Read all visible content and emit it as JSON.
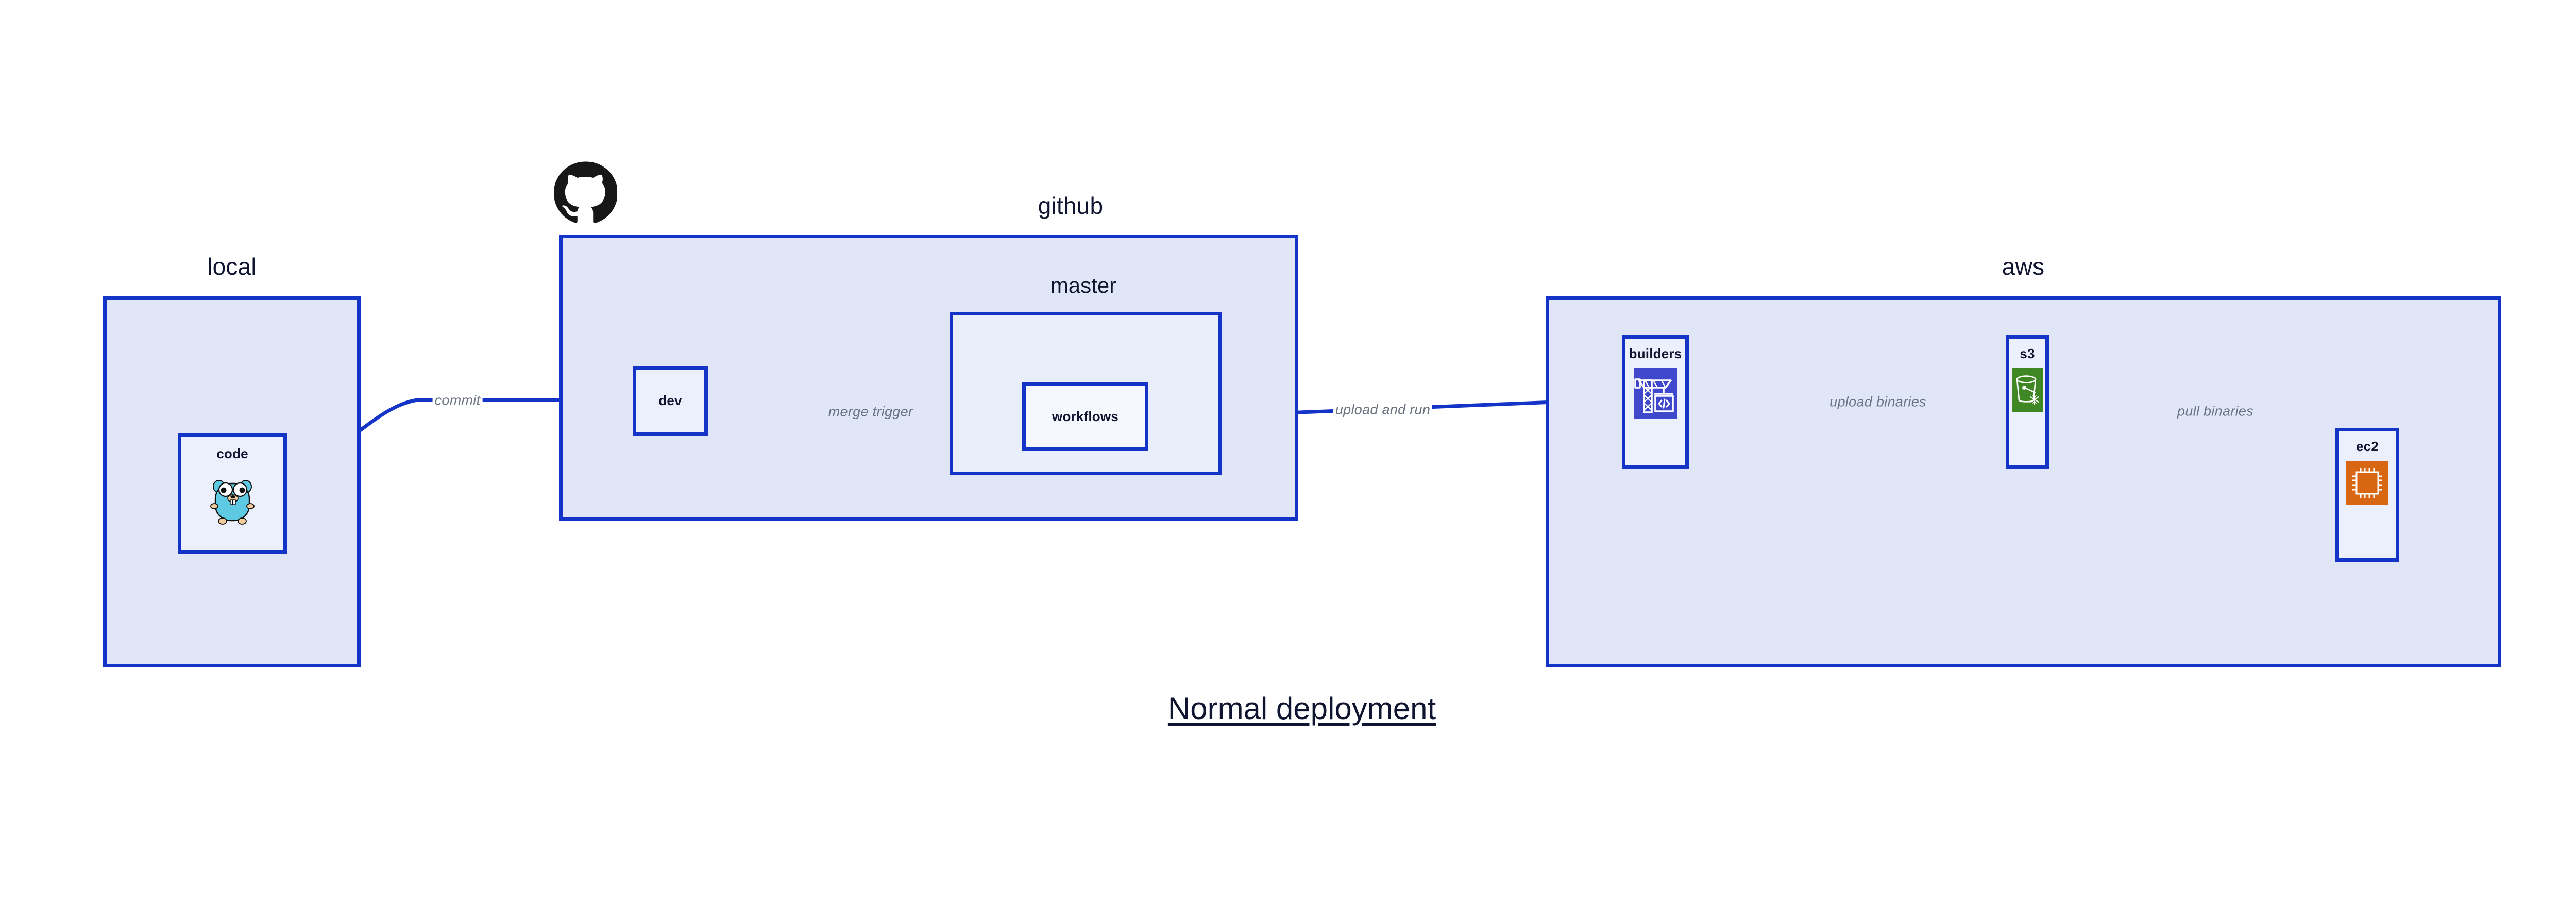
{
  "title": "Normal deployment",
  "colors": {
    "border": "#1434C8",
    "group_fill": "#E0E6F8",
    "sub_fill": "#E9EEFB",
    "node_fill": "#EBF0FC",
    "deep_node_fill": "#F5F8FE",
    "text": "#0F1430",
    "edge_label": "#6B7280",
    "arrow": "#1434C8",
    "s3_green": "#3F8624",
    "ec2_orange": "#D86613",
    "builders_blue": "#3F48CC",
    "gopher_cyan": "#5DC9E2",
    "github_black": "#181717"
  },
  "groups": {
    "local": {
      "label": "local"
    },
    "github": {
      "label": "github"
    },
    "master": {
      "label": "master"
    },
    "aws": {
      "label": "aws"
    }
  },
  "nodes": {
    "code": {
      "label": "code",
      "icon": "go-gopher-icon"
    },
    "dev": {
      "label": "dev"
    },
    "workflows": {
      "label": "workflows"
    },
    "builders": {
      "label": "builders",
      "icon": "aws-builders-crane-icon"
    },
    "s3": {
      "label": "s3",
      "icon": "aws-s3-bucket-icon"
    },
    "ec2": {
      "label": "ec2",
      "icon": "aws-ec2-chip-icon"
    }
  },
  "edges": {
    "commit": {
      "label": "commit",
      "from": "code",
      "to": "dev"
    },
    "merge_trigger": {
      "label": "merge trigger",
      "from": "dev",
      "to": "workflows"
    },
    "upload_and_run": {
      "label": "upload and run",
      "from": "workflows",
      "to": "builders"
    },
    "upload_binaries": {
      "label": "upload binaries",
      "from": "builders",
      "to": "s3"
    },
    "pull_binaries": {
      "label": "pull binaries",
      "from": "s3",
      "to": "ec2"
    }
  },
  "logos": {
    "github": "github-octocat-logo"
  }
}
